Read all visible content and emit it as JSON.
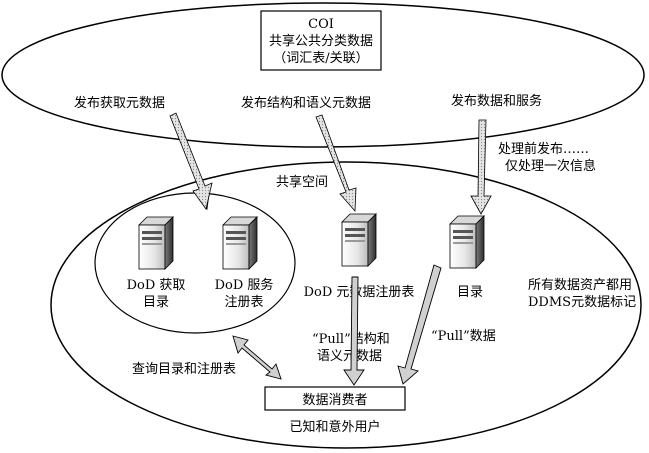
{
  "coi": {
    "title": "COI",
    "line2": "共享公共分类数据",
    "line3": "（词汇表/关联）"
  },
  "publish_labels": {
    "discovery_metadata": "发布获取元数据",
    "structure_semantic_metadata": "发布结构和语义元数据",
    "data_and_services": "发布数据和服务"
  },
  "process_note": {
    "line1": "处理前发布……",
    "line2": "仅处理一次信息"
  },
  "shared_space": {
    "label": "共享空间"
  },
  "servers": {
    "dod_discovery_catalog": {
      "line1": "DoD 获取",
      "line2": "目录"
    },
    "dod_service_registry": {
      "line1": "DoD 服务",
      "line2": "注册表"
    },
    "dod_metadata_registry": {
      "line1": "DoD 元数据注册表"
    },
    "catalog": {
      "line1": "目录"
    }
  },
  "ddms_note": {
    "line1": "所有数据资产都用",
    "line2": "DDMS元数据标记"
  },
  "pull_structure": {
    "line1": "“Pull”结构和",
    "line2": "语义元数据"
  },
  "pull_data": {
    "line1": "“Pull”数据"
  },
  "query_label": "查询目录和注册表",
  "consumer_box": "数据消费者",
  "users_label": "已知和意外用户",
  "colors": {
    "stroke": "#000000",
    "arrow_gray": "#c8c8c8",
    "server_light": "#f4f4f4",
    "server_dark": "#4a4a4a"
  }
}
